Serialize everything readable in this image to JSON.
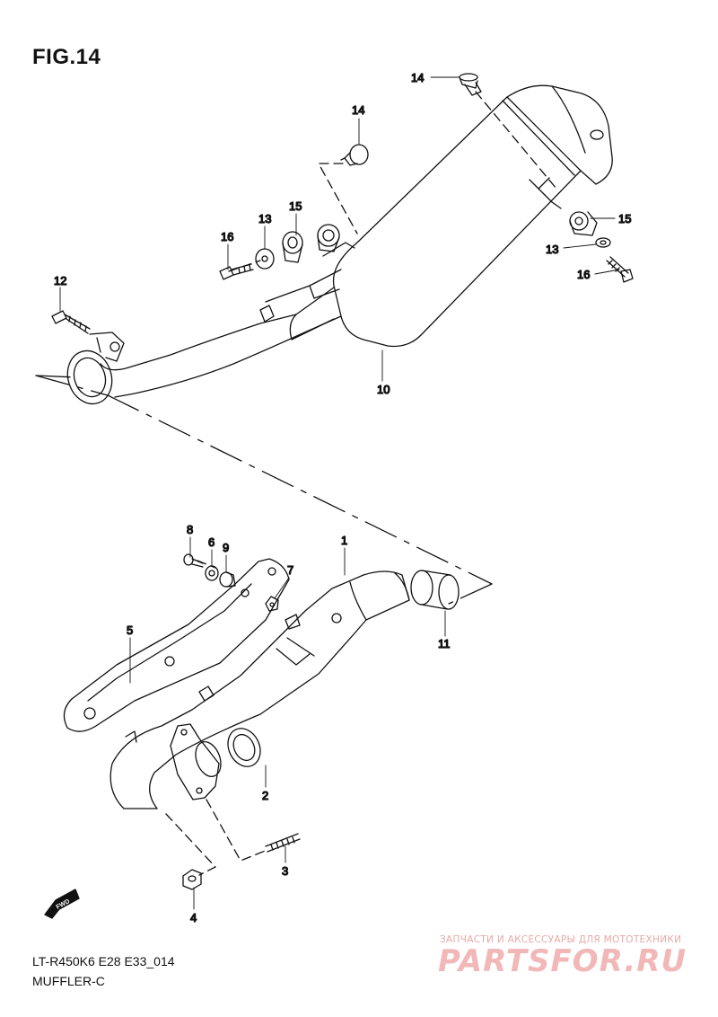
{
  "figure": {
    "title": "FIG.14",
    "code": "LT-R450K6 E28 E33_014",
    "name": "MUFFLER-C"
  },
  "callouts": {
    "c1": "1",
    "c2": "2",
    "c3": "3",
    "c4": "4",
    "c5": "5",
    "c6": "6",
    "c7": "7",
    "c8": "8",
    "c9": "9",
    "c10": "10",
    "c11": "11",
    "c12": "12",
    "c13a": "13",
    "c13b": "13",
    "c14a": "14",
    "c14b": "14",
    "c15a": "15",
    "c15b": "15",
    "c16a": "16",
    "c16b": "16"
  },
  "fwd_label": "FWD",
  "watermark": {
    "tagline": "ЗАПЧАСТИ И АКСЕССУАРЫ ДЛЯ МОТОТЕХНИКИ",
    "logo": "PARTSFOR.RU"
  },
  "colors": {
    "line": "#111111",
    "watermark": "#f2b8b8"
  }
}
